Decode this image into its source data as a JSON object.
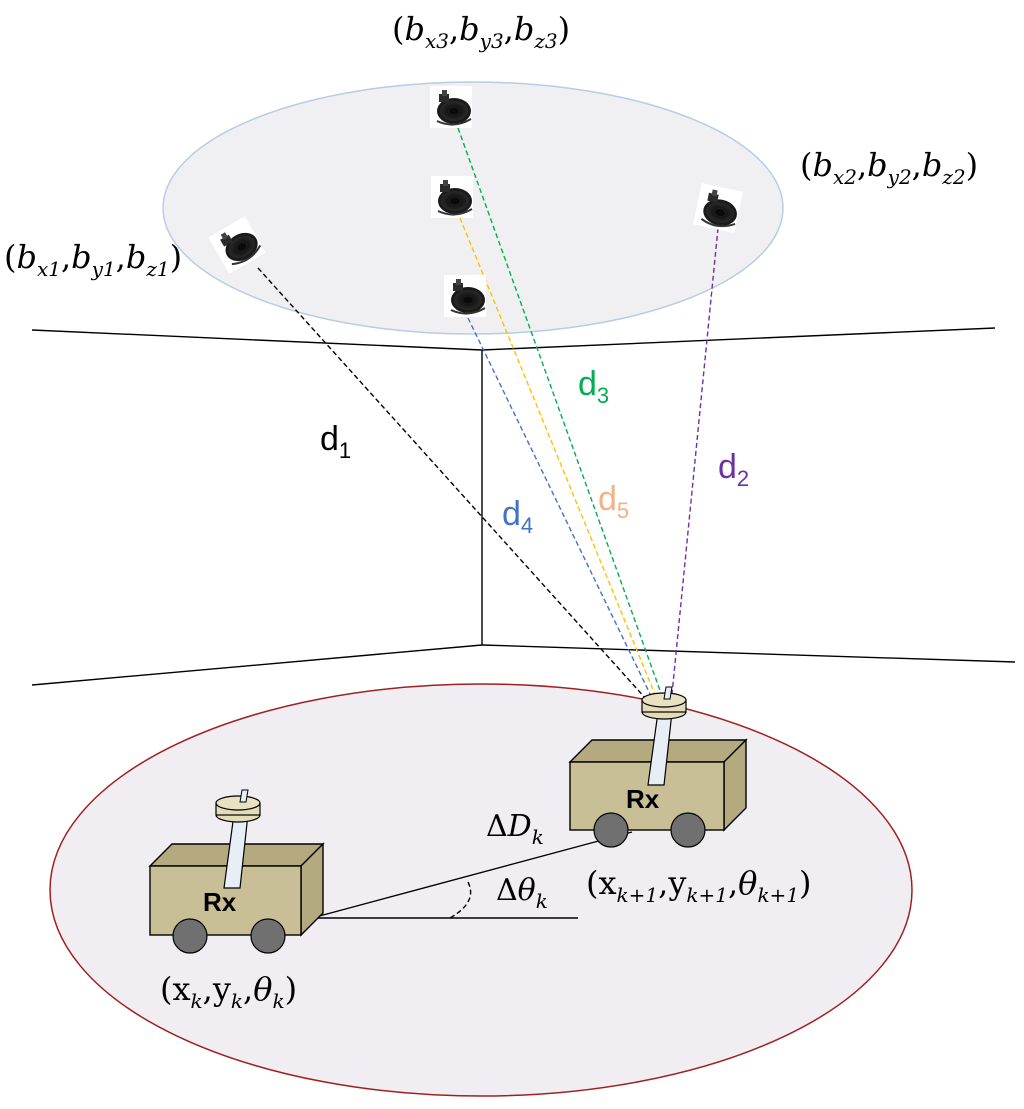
{
  "beacons": {
    "b1": {
      "base": "b",
      "sx": "x1",
      "sy": "y1",
      "sz": "z1"
    },
    "b2": {
      "base": "b",
      "sx": "x2",
      "sy": "y2",
      "sz": "z2"
    },
    "b3": {
      "base": "b",
      "sx": "x3",
      "sy": "y3",
      "sz": "z3"
    }
  },
  "distances": {
    "d1": {
      "base": "d",
      "sub": "1",
      "color": "#000000"
    },
    "d2": {
      "base": "d",
      "sub": "2",
      "color": "#7030a0"
    },
    "d3": {
      "base": "d",
      "sub": "3",
      "color": "#00b050"
    },
    "d4": {
      "base": "d",
      "sub": "4",
      "color": "#4472c4"
    },
    "d5": {
      "base": "d",
      "sub": "5",
      "color": "#f4b183"
    }
  },
  "robots": {
    "left": {
      "label": "Rx"
    },
    "right": {
      "label": "Rx"
    }
  },
  "poses": {
    "k": {
      "x": "x",
      "y": "y",
      "theta": "θ",
      "sub": "k"
    },
    "k1": {
      "x": "x",
      "y": "y",
      "theta": "θ",
      "sub": "k+1"
    }
  },
  "motion": {
    "delta_d": {
      "delta": "Δ",
      "base": "D",
      "sub": "k"
    },
    "delta_theta": {
      "delta": "Δ",
      "base": "θ",
      "sub": "k"
    }
  },
  "colors": {
    "ceiling_fill": "#f0f0f3",
    "ceiling_stroke": "#b8cce4",
    "floor_fill": "#f0eef3",
    "floor_stroke": "#a02020",
    "robot_body": "#c9bf97",
    "robot_side": "#b4a97f",
    "wheel": "#707070",
    "yellow_line": "#ffc000",
    "d5_line": "#ffc000"
  }
}
